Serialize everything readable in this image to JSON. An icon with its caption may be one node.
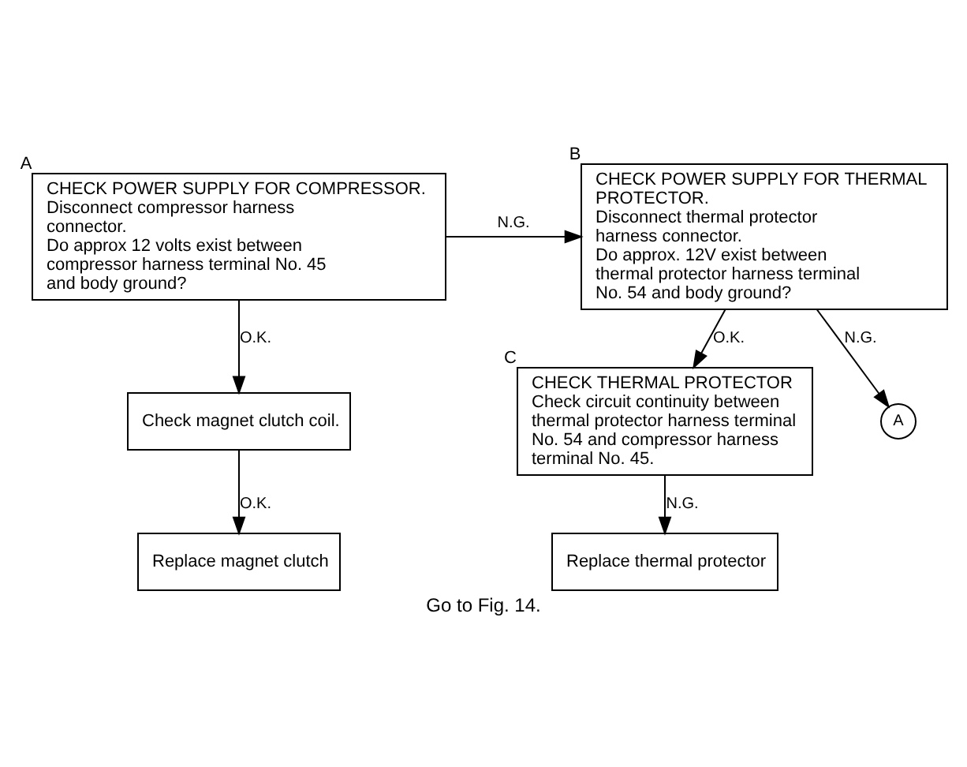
{
  "diagram": {
    "caption": "Go to Fig. 14.",
    "nodes": [
      {
        "text": [
          "CHECK POWER SUPPLY FOR COMPRESSOR.",
          "Disconnect compressor harness connector.",
          "Do approx 12 volts exist between compressor harness terminal No. 45 and body ground?"
        ],
        "beside": [
          "A"
        ]
      },
      {
        "text": [
          "Check magnet clutch coil."
        ]
      },
      {
        "text": [
          "Replace magnet clutch"
        ]
      },
      {
        "text": [
          "CHECK POWER SUPPLY FOR THERMAL PROTECTOR.",
          "Disconnect thermal protector harness connector.",
          "Do approx. 12V exist between thermal protector harness terminal No. 54 and body ground?"
        ],
        "beside": [
          "B"
        ]
      },
      {
        "text": [
          "CHECK THERMAL PROTECTOR",
          "Check circuit continuity between thermal protector harness terminal No. 54 and compressor harness terminal No. 45."
        ],
        "beside": [
          "C"
        ]
      },
      {
        "text": [
          "Replace thermal protector"
        ]
      },
      {
        "text": [
          "A"
        ]
      }
    ],
    "edges": [
      {
        "from": 0,
        "to": 1,
        "arrow": "to",
        "label": "O.K."
      },
      {
        "from": 1,
        "to": 2,
        "arrow": "to",
        "label": "O.K."
      },
      {
        "from": 0,
        "to": 3,
        "arrow": "to",
        "label": "N.G."
      },
      {
        "from": 3,
        "to": 4,
        "arrow": "to",
        "label": "O.K."
      },
      {
        "from": 3,
        "to": 6,
        "arrow": "to",
        "label": "N.G."
      },
      {
        "from": 4,
        "to": 5,
        "arrow": "to",
        "label": "N.G."
      }
    ]
  }
}
